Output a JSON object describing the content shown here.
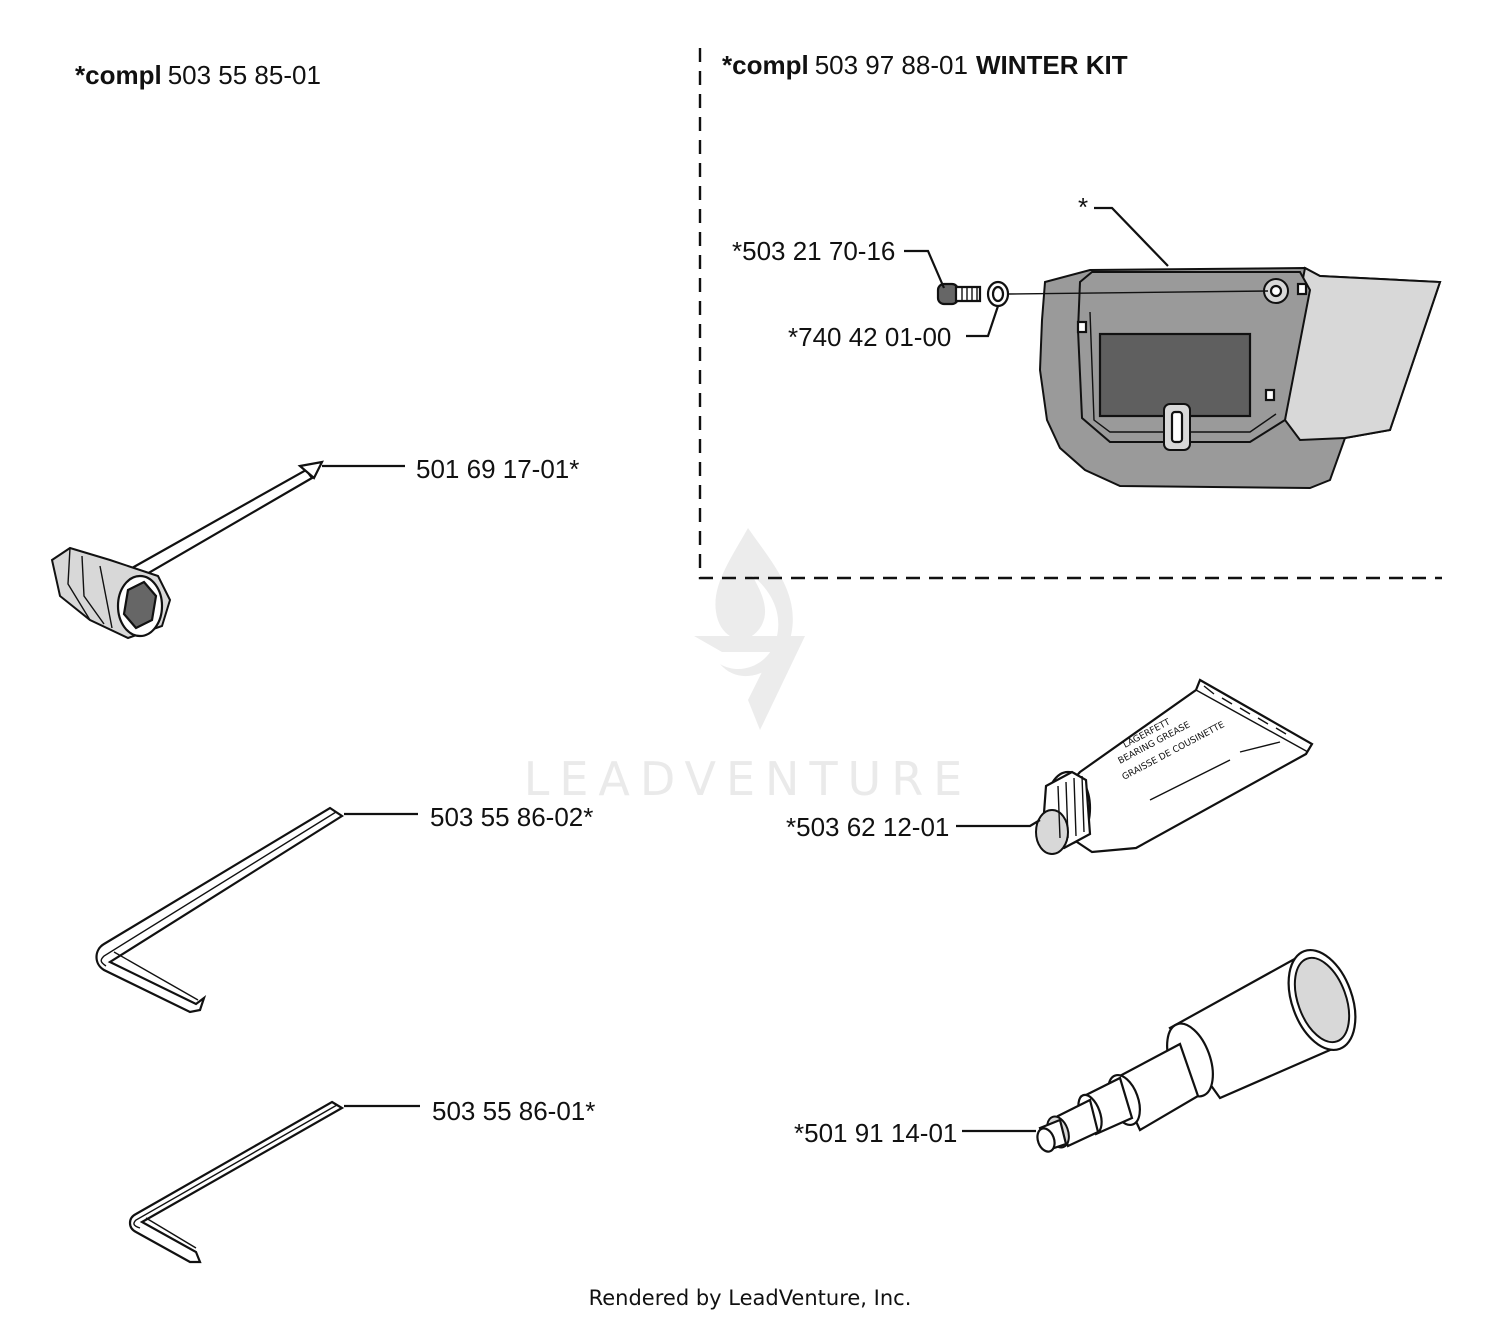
{
  "kits": {
    "left": {
      "prefix": "*compl",
      "number": "503 55 85-01",
      "suffix": ""
    },
    "winter": {
      "prefix": "*compl",
      "number": "503 97 88-01",
      "suffix": "WINTER KIT"
    }
  },
  "parts": {
    "spark_plug_wrench": "501 69 17-01*",
    "hex_key_large": "503 55 86-02*",
    "hex_key_small": "503 55 86-01*",
    "screw": "*503 21 70-16",
    "washer": "*740 42 01-00",
    "winter_cover": "*",
    "grease_tube": "*503 62 12-01",
    "tool_501": "*501 91 14-01"
  },
  "tube_text": [
    "LAGERFETT",
    "BEARING GREASE",
    "GRAISSE DE COUSINETTE"
  ],
  "watermark": {
    "text": "LEADVENTURE"
  },
  "footer": "Rendered by LeadVenture, Inc."
}
